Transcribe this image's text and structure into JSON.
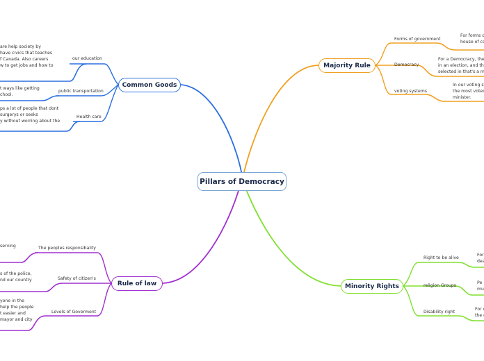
{
  "central": {
    "label": "Pillars of Democracy"
  },
  "colors": {
    "common": "#2b6fe0",
    "majority": "#f0a020",
    "rule": "#a030d0",
    "minority": "#80e030"
  },
  "common_goods": {
    "label": "Common Goods",
    "items": [
      {
        "topic": "our education",
        "detail": [
          "are help society by",
          "have civics that teaches",
          "f Canada. Also careers",
          "w to get jobs and how to"
        ]
      },
      {
        "topic": "public transportation",
        "detail": [
          "t ways like getting",
          "chool."
        ]
      },
      {
        "topic": "Health care",
        "detail": [
          "ps a lot of people that dont",
          "surgerys or seeks",
          "y without worring about the"
        ]
      }
    ]
  },
  "majority_rule": {
    "label": "Majority Rule",
    "items": [
      {
        "topic": "Forms of government",
        "detail": [
          "For forms o",
          "house of com"
        ]
      },
      {
        "topic": "Democracy",
        "detail": [
          "For a Democracy, the pe",
          "in an election, and the p",
          "selected in that's a majo"
        ]
      },
      {
        "topic": "voting systems",
        "detail": [
          "In our voting sys",
          "the most votes w",
          "minister."
        ]
      }
    ]
  },
  "rule_of_law": {
    "label": "Rule of law",
    "items": [
      {
        "topic": "The peoples responsibality",
        "detail": [
          "serving"
        ]
      },
      {
        "topic": "Safety of citizen's",
        "detail": [
          "s of the police,",
          "nd our country"
        ]
      },
      {
        "topic": "Levels of Goverment",
        "detail": [
          "yone in the",
          "help the people",
          "t easier and",
          "mayor and city"
        ]
      }
    ]
  },
  "minority_rights": {
    "label": "Minority Rights",
    "items": [
      {
        "topic": "Right to be alive",
        "detail": [
          "For",
          "dea"
        ]
      },
      {
        "topic": "religion Groups",
        "detail": [
          "Pe",
          "mu"
        ]
      },
      {
        "topic": "Disability right",
        "detail": [
          "For c",
          "the g"
        ]
      }
    ]
  }
}
